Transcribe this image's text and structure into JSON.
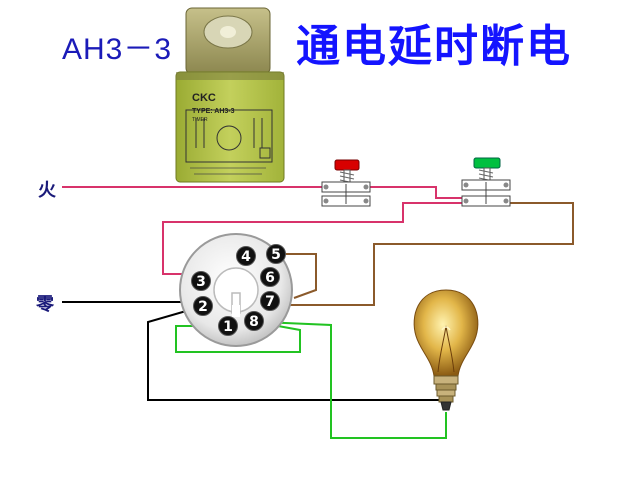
{
  "title": {
    "model": "AH3－3",
    "main": "通电延时断电"
  },
  "labels": {
    "live": "火",
    "neutral": "零"
  },
  "relay": {
    "brand": "CKC",
    "type_line": "TYPE: AH3-3",
    "timer_word": "TIMER"
  },
  "socket": {
    "pins": [
      "1",
      "2",
      "3",
      "4",
      "5",
      "6",
      "7",
      "8"
    ]
  },
  "colors": {
    "title_blue": "#1414ff",
    "wire_live": "#d8336b",
    "wire_neutral": "#000000",
    "wire_brown": "#8b5a2b",
    "wire_green": "#22c322",
    "stop_button": "#d80000",
    "start_button": "#00c040",
    "relay_body": "#b6c54a"
  }
}
